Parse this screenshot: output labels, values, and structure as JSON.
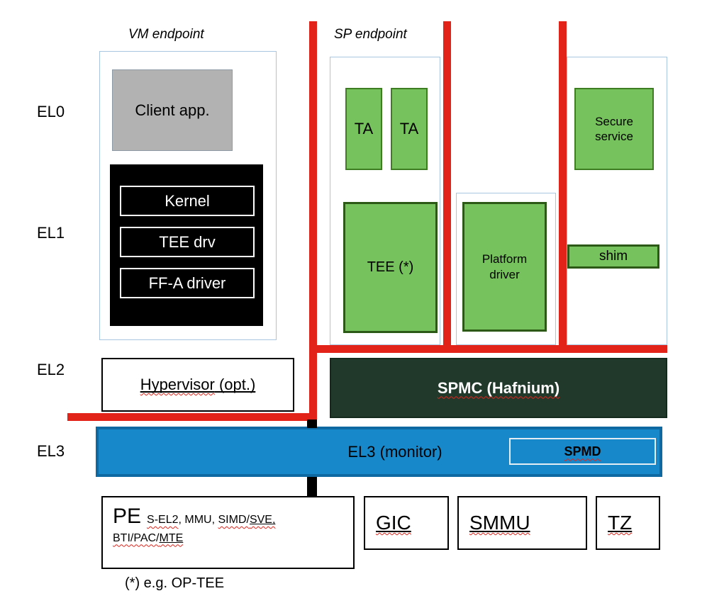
{
  "colors": {
    "green_fill": "#76c25d",
    "green_border": "#3f7d23",
    "green_border_dark": "#2c5a16",
    "gray_fill": "#b2b2b2",
    "red_line": "#e2231a",
    "el3_blue_fill": "#1789cb",
    "el3_blue_border": "#0e68a2",
    "spmc_fill": "#20392b",
    "container_border": "#a9c6e0"
  },
  "row_labels": {
    "el0": "EL0",
    "el1": "EL1",
    "el2": "EL2",
    "el3": "EL3"
  },
  "headers": {
    "vm_endpoint": "VM endpoint",
    "sp_endpoint": "SP endpoint"
  },
  "vm": {
    "client_app": "Client app.",
    "kernel": "Kernel",
    "tee_drv": "TEE drv",
    "ffa_driver": "FF-A driver"
  },
  "sp": {
    "ta1": "TA",
    "ta2": "TA",
    "tee": "TEE (*)",
    "platform_driver": "Platform driver",
    "secure_service": "Secure service",
    "shim": "shim"
  },
  "el2": {
    "hypervisor_main": "Hypervisor",
    "hypervisor_suffix": " (opt.)",
    "spmc": "SPMC (Hafnium)"
  },
  "el3": {
    "monitor": "EL3 (monitor)",
    "spmd": "SPMD"
  },
  "hardware": {
    "pe_title": "PE",
    "pe_d1": "S-EL2",
    "pe_d2": ", MMU, ",
    "pe_d3": "SIMD/",
    "pe_d4": "SVE,",
    "pe_d5": "BTI/PAC/",
    "pe_d6": "MTE",
    "gic": "GIC",
    "smmu": "SMMU",
    "tz": "TZ"
  },
  "footnote": "(*) e.g. OP-TEE"
}
